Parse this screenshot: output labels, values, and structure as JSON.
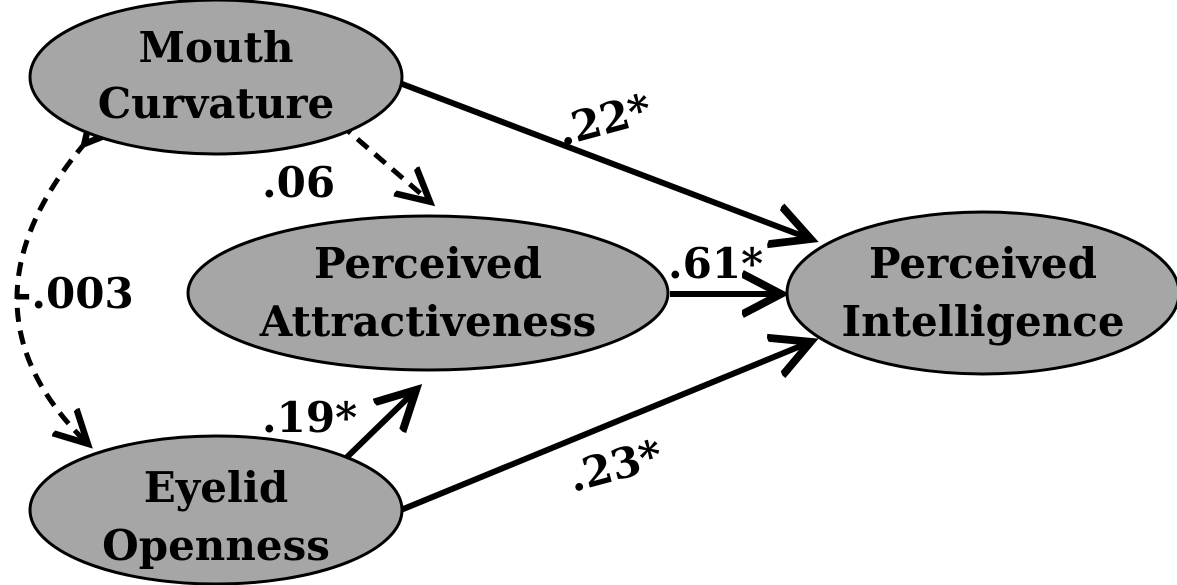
{
  "nodes": {
    "mouth": {
      "line1": "Mouth",
      "line2": "Curvature"
    },
    "attractiveness": {
      "line1": "Perceived",
      "line2": "Attractiveness"
    },
    "intelligence": {
      "line1": "Perceived",
      "line2": "Intelligence"
    },
    "eyelid": {
      "line1": "Eyelid",
      "line2": "Openness"
    }
  },
  "edges": {
    "mouth_to_intelligence": {
      "label": ".22*",
      "style": "solid"
    },
    "mouth_to_attractiveness": {
      "label": ".06",
      "style": "dashed"
    },
    "attractiveness_to_intelligence": {
      "label": ".61*",
      "style": "solid"
    },
    "eyelid_to_attractiveness": {
      "label": ".19*",
      "style": "solid"
    },
    "eyelid_to_intelligence": {
      "label": ".23*",
      "style": "solid"
    },
    "mouth_eyelid_covariance": {
      "label": "-.003",
      "style": "dashed"
    }
  },
  "colors": {
    "node_fill": "#a6a6a6",
    "stroke": "#000000",
    "background": "#ffffff"
  }
}
